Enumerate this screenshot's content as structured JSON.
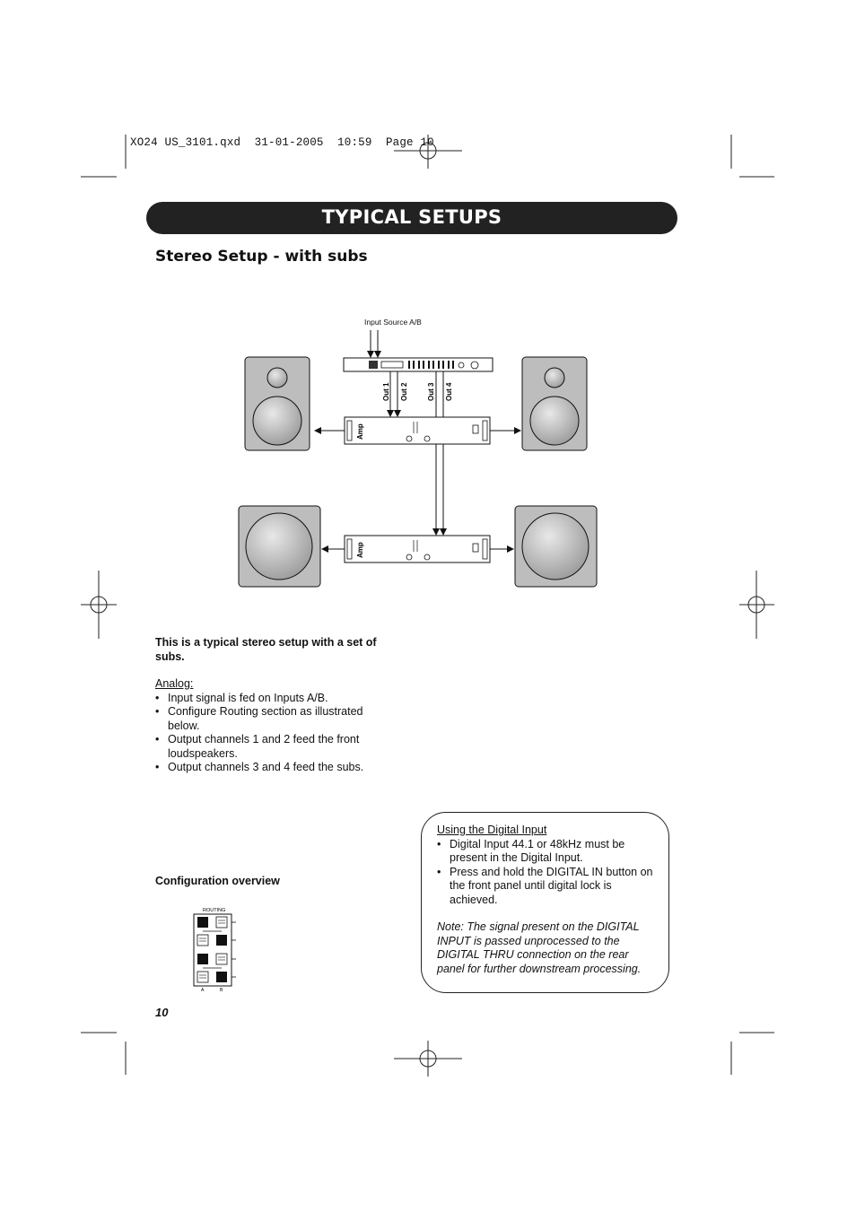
{
  "slug": "XO24 US_3101.qxd  31-01-2005  10:59  Page 10",
  "banner": {
    "title": "TYPICAL SETUPS"
  },
  "section_title": "Stereo Setup - with subs",
  "diagram": {
    "input_label": "Input Source A/B",
    "outputs": [
      "Out 1",
      "Out 2",
      "Out 3",
      "Out 4"
    ],
    "amp_label": "Amp"
  },
  "intro": "This is a typical stereo setup with a set of subs.",
  "analog": {
    "heading": "Analog:",
    "bullets": [
      "Input signal is fed on Inputs A/B.",
      "Configure Routing section as illustrated below.",
      "Output channels 1 and 2 feed the front loudspeakers.",
      "Output channels 3 and 4 feed the subs."
    ]
  },
  "config": {
    "title": "Configuration overview",
    "routing_label": "ROUTING",
    "input_labels": [
      "A",
      "B"
    ]
  },
  "digital": {
    "heading": "Using the Digital Input",
    "bullets": [
      "Digital Input 44.1 or 48kHz must be present in the Digital Input.",
      "Press and hold the DIGITAL IN button on the front panel until digital lock is achieved."
    ],
    "note": "Note: The signal present on the DIGITAL INPUT is passed unprocessed to the DIGITAL THRU connection on the rear panel for further downstream processing."
  },
  "page_number": "10"
}
